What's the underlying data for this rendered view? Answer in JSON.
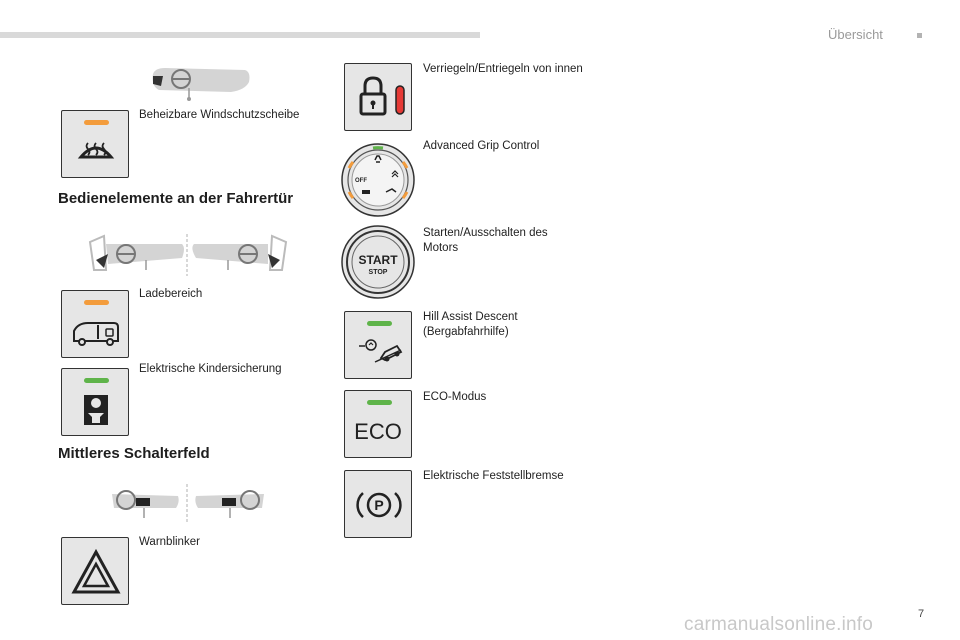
{
  "header": {
    "title": "Übersicht",
    "page_number": "7"
  },
  "sections": {
    "door": "Bedienelemente an der Fahrertür",
    "center": "Mittleres Schalterfeld"
  },
  "items": {
    "windshield": "Beheizbare Windschutzscheibe",
    "loading": "Ladebereich",
    "child_lock": "Elektrische Kindersicherung",
    "hazard": "Warnblinker",
    "lock": "Verriegeln/Entriegeln von innen",
    "grip": "Advanced Grip Control",
    "start_stop": "Starten/Ausschalten des Motors",
    "hill_assist": "Hill Assist Descent (Bergabfahrhilfe)",
    "eco": "ECO-Modus",
    "parking_brake": "Elektrische Feststellbremse"
  },
  "button_text": {
    "eco": "ECO",
    "start": "START",
    "stop": "STOP",
    "grip_off": "OFF"
  },
  "colors": {
    "led_orange": "#f39c3c",
    "led_green": "#5fb44a",
    "lock_red": "#e53935"
  },
  "watermark": "carmanualsonline.info"
}
